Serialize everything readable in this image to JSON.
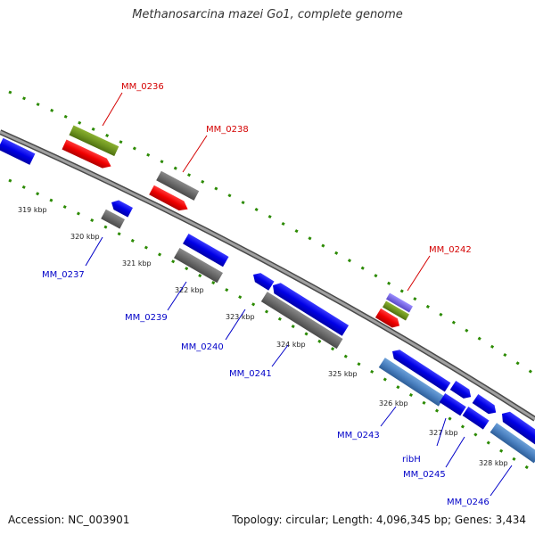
{
  "title": "Methanosarcina mazei Go1, complete genome",
  "footer": {
    "accession": "Accession: NC_003901",
    "summary": "Topology: circular; Length: 4,096,345 bp; Genes: 3,434"
  },
  "colors": {
    "red_label": "#d40000",
    "blue_label": "#0000c8",
    "backbone": "#8a8a8a",
    "guide": "#2b8a00"
  },
  "ticks": [
    "319 kbp",
    "320 kbp",
    "321 kbp",
    "322 kbp",
    "323 kbp",
    "324 kbp",
    "325 kbp",
    "326 kbp",
    "327 kbp",
    "328 kbp"
  ],
  "labels_top": [
    "MM_0236",
    "MM_0238",
    "MM_0242"
  ],
  "labels_bottom": [
    "MM_0237",
    "MM_0239",
    "MM_0240",
    "MM_0241",
    "MM_0243",
    "ribH",
    "MM_0245",
    "MM_0246"
  ]
}
